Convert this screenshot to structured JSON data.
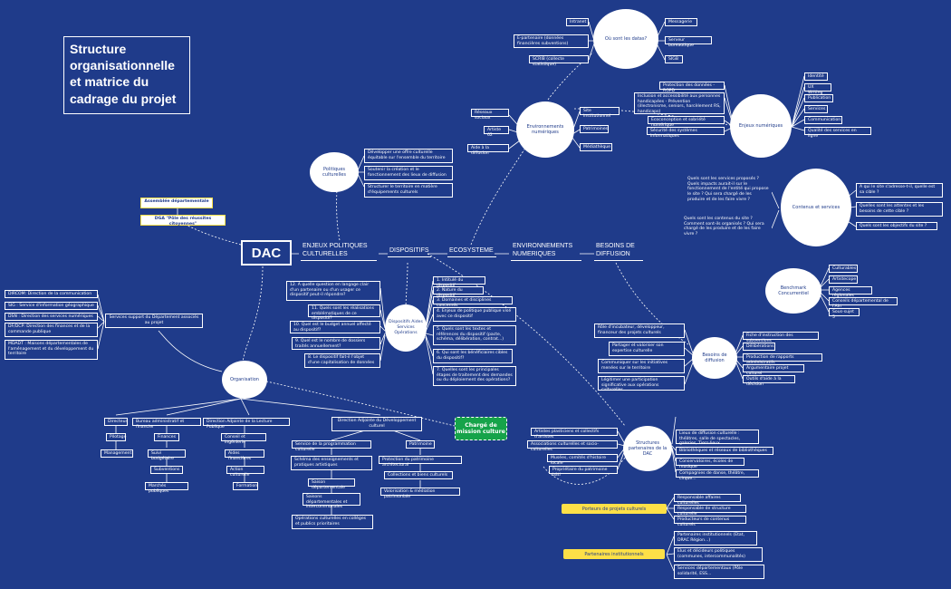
{
  "title": "Structure organisationnelle et matrice du cadrage du projet",
  "dac": "DAC",
  "colors": {
    "background": "#1f3b8a",
    "node": "#ffffff",
    "highlight": "#16a34a",
    "accent": "#fde047"
  },
  "top_boxes": {
    "assemblee": "Assemblée départementale",
    "dga": "DGA \"Pôle des réussites citoyennes\""
  },
  "headers": [
    "ENJEUX POLITIQUES CULTURELLES",
    "DISPOSITIFS",
    "ECOSYSTEME",
    "ENVIRONNEMENTS NUMERIQUES",
    "BESOINS DE DIFFUSION"
  ],
  "politiques": {
    "label": "Politiques culturelles",
    "items": [
      "Développer une offre culturelle équitable sur l'ensemble du territoire",
      "Soutenir la création et le fonctionnement des lieux de diffusion",
      "Structurer le territoire en matière d'équipements culturels"
    ]
  },
  "datas": {
    "label": "Où sont les datas?",
    "left": [
      "Intranet",
      "E-partenaire (données financières subventions)",
      "SCRIB (collecte statistique)"
    ],
    "right": [
      "Messagerie",
      "Serveur bureautique",
      "SIGB"
    ]
  },
  "env": {
    "label": "Environnements numériques",
    "left": [
      "Réseaux sociaux",
      "Artiste 62",
      "Aide à la diffusion"
    ],
    "right": [
      "Site institutionnel",
      "Patrimoines",
      "Médiathèque"
    ]
  },
  "enjeux": {
    "label": "Enjeux numériques",
    "left": [
      "Protection des données - RGPD",
      "Inclusion et accessibilité aux personnes handicapées - Prévention (illectronisme, seniors, harcèlement RS, handicaps)",
      "Ecoconception et sobriété numérique",
      "Sécurité des systèmes informatiques"
    ],
    "right": [
      "Identité",
      "UX Writing",
      "Publication",
      "Services",
      "Communication",
      "Qualité des services en ligne"
    ]
  },
  "contenus": {
    "label": "Contenus et services",
    "left": [
      "Quels sont les services proposés ? Quels impacts aurait-il sur le fonctionnement de l'entité qui propose le site ? Qui sera chargé de les produire et de les faire vivre ?",
      "Quels sont les contenus du site ? Comment sont-ils organisés ? Qui sera chargé de les produire et de les faire vivre ?"
    ],
    "right": [
      "A qui le site s'adresse-t-il, quelle est sa cible ?",
      "Quelles sont les attentes et les besoins de cette cible ?",
      "Quels sont les objectifs du site ?"
    ]
  },
  "benchmark": {
    "label": "Benchmark Concurrentiel",
    "items": [
      "Culturables",
      "Artistecope",
      "Agences régionales",
      "Conseils départemental de l'Ain",
      "Sous-sujet 5"
    ]
  },
  "dispositifs": {
    "label": "Dispositifs Aides Services Opérations",
    "left": [
      "12. A quelle question en langage clair d'un partenaire ou d'un usager ce dispositif peut-il répondre?",
      "11. Quels sont les réalisations emblématiques de ce dispositif?",
      "10. Quel est le budget annuel affecté au dispositif?",
      "9. Quel est le nombre de dossiers traités annuellement?",
      "8. Le dispositif fait-il l'objet d'une capitalisation de données"
    ],
    "right": [
      "1. Intitulé du dispositif",
      "2. Nature du dispositif",
      "3. Domaines et disciplines concernés",
      "4. Enjeux de politique publique visé avec ce dispositif",
      "5. Quels sont les textes et références du dispositif (pacte, schéma, délibération, contrat...)",
      "6. Qui sont les bénéficiaires cibles du dispositif?",
      "7. Quelles sont les principales étapes de traitement des demandes ou du déploiement des opérations?"
    ]
  },
  "besoins": {
    "label": "Besoins de diffusion",
    "left": [
      "Rôle d'incubateur, développeur, financeur des projets culturels",
      "Partager et valoriser son expertise culturelle",
      "Communiquer sur les initiatives menées sur le territoire",
      "Légitimer une participation significative aux opérations culturelles"
    ],
    "right": [
      "Fiche d'instruction des subventions",
      "Délibérations",
      "Production de rapports administratifs",
      "Argumentaire projet culturel",
      "Outils d'aide à la décision"
    ]
  },
  "services_support": {
    "label": "Services support du Département associés au projet",
    "items": [
      "DIRCOM: Direction de la communication",
      "SIG : Service d'information géographique",
      "DSN : Direction des services numériques",
      "DF/DCP: Direction des finances et de la commande publique",
      "MDADT : Maisons départementales de l'aménagement et du développement du territoire"
    ]
  },
  "organisation": {
    "label": "Organisation",
    "directeur": "Directeur",
    "directeur_children": [
      "Pilotage",
      "Management"
    ],
    "bureau": "Bureau administratif et financier",
    "bureau_children": [
      "Finances",
      "Suivi budgétaire",
      "Subventions",
      "Marchés publiques"
    ],
    "lecture": "Direction Adjointe de la Lecture Publique",
    "lecture_children": [
      "Conseil et ingénierie",
      "Aides financières",
      "Action culturelle",
      "Formation"
    ],
    "dev": "Direction Adjointe du Développement culturel",
    "prog": "Service de la programmation culturelle",
    "prog_children": [
      "Schéma des enseignements et pratiques artistiques",
      "Saison départementale",
      "Saisons départementales et intercommunales",
      "Opérations culturelles en collèges et publics prioritaires"
    ],
    "patrimoine": "Patrimoine",
    "patrimoine_children": [
      "Protection du patrimoine architectural",
      "Collections et biens culturels",
      "Valorisation & médiation patrimoniale"
    ]
  },
  "charge": "Chargé de mission culture",
  "structures": {
    "label": "Structures partenaires de la DAC",
    "left": [
      "Artistes plasticiens et collectifs d'artistes",
      "Associations culturelles et socio-culturelles",
      "Musées, comités d'histoire locale",
      "Propriétaire du patrimoine bâti"
    ],
    "right": [
      "Lieux de diffusion culturelle : théâtres, salle de spectacles, galeries, Tiers-lieux...",
      "Bibliothèques et réseaux de bibliothèques",
      "Conservatoires, écoles de musique",
      "Compagnies de danse, théâtre, cirque..."
    ]
  },
  "porteurs": {
    "label": "Porteurs de projets culturels",
    "items": [
      "Responsable affaires culturelles",
      "Responsable de structure culturelle",
      "Producteurs de contenus culturels"
    ]
  },
  "partenaires": {
    "label": "Partenaires institutionnels",
    "items": [
      "Partenaires institutionnels (Etat, DRAC Région...)",
      "Elus et décideurs politiques (communes, intercommunalités)",
      "Services départementaux (Pôle solidarité, ESS..."
    ]
  }
}
